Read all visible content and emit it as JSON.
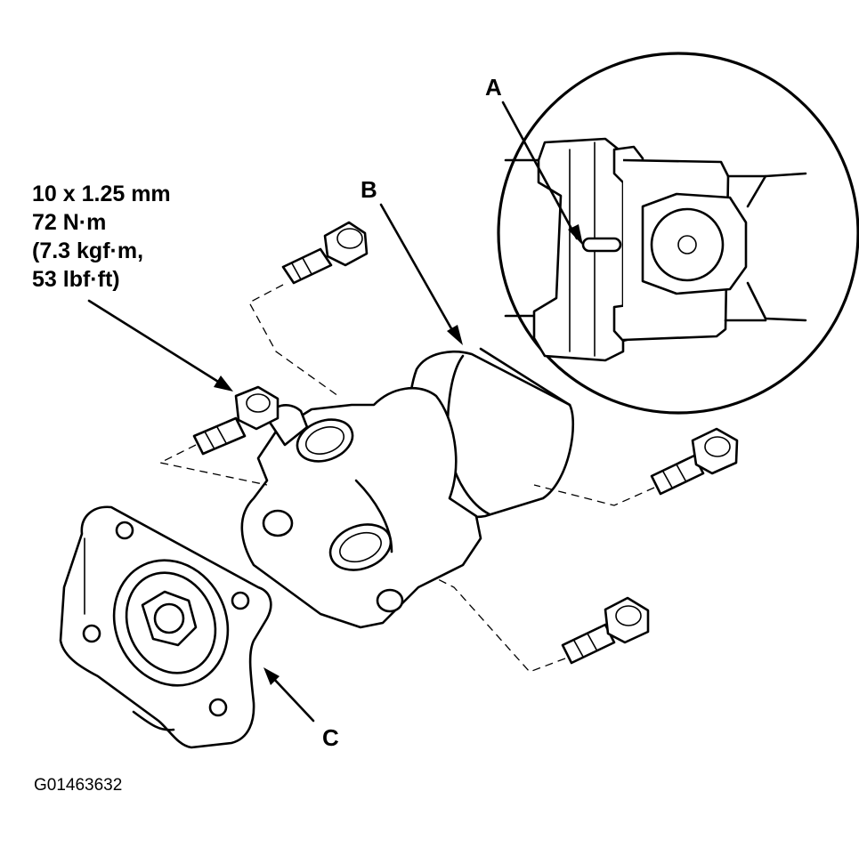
{
  "callouts": {
    "a": "A",
    "b": "B",
    "c": "C"
  },
  "torque_spec": {
    "line1": "10 x 1.25 mm",
    "line2": "72 N·m",
    "line3": "(7.3 kgf·m,",
    "line4": "53 lbf·ft)"
  },
  "figure_id": "G01463632"
}
